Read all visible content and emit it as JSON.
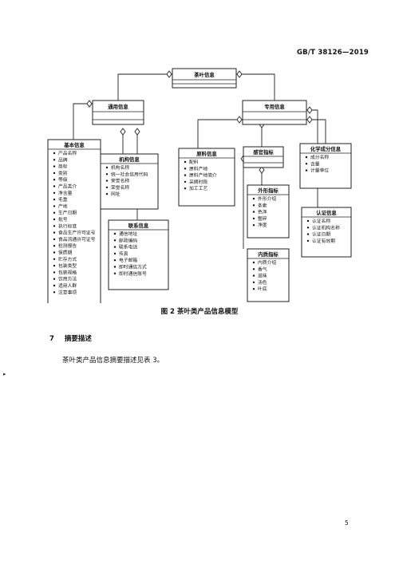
{
  "header": {
    "standard_id": "GB/T 38126—2019"
  },
  "diagram": {
    "root": {
      "title": "茶叶信息"
    },
    "general": {
      "title": "通用信息"
    },
    "special": {
      "title": "专用信息"
    },
    "basic": {
      "title": "基本信息",
      "items": [
        "产品名称",
        "品牌",
        "商标",
        "类别",
        "等级",
        "产品类介",
        "净含量",
        "毛重",
        "产地",
        "生产日期",
        "批号",
        "执行标准",
        "食品生产许可证号",
        "食品流通许可证号",
        "检测报告",
        "保质期",
        "贮存方式",
        "包装类型",
        "包装规格",
        "饮用方法",
        "适用人群",
        "注意事项"
      ]
    },
    "org": {
      "title": "机构信息",
      "items": [
        "机构名称",
        "统一社会信用代码",
        "荣誉名称",
        "荣誉名称",
        "网址"
      ]
    },
    "contact": {
      "title": "联系信息",
      "items": [
        "通信地址",
        "邮政编码",
        "联系电话",
        "传真",
        "电子邮箱",
        "即时通信方式",
        "即时通信账号"
      ]
    },
    "raw": {
      "title": "原料信息",
      "items": [
        "配料",
        "原料产地",
        "原料产地简介",
        "采摘时段",
        "加工工艺"
      ]
    },
    "sensory": {
      "title": "感官指标"
    },
    "appearance": {
      "title": "外形指标",
      "items": [
        "外形介绍",
        "条索",
        "色泽",
        "整碎",
        "净度"
      ]
    },
    "quality": {
      "title": "内质指标",
      "items": [
        "内质介绍",
        "香气",
        "滋味",
        "汤色",
        "叶底"
      ]
    },
    "chem": {
      "title": "化学成分信息",
      "items": [
        "成分名称",
        "含量",
        "计量单位"
      ]
    },
    "cert": {
      "title": "认证信息",
      "items": [
        "认证名称",
        "认证机构名称",
        "认证日期",
        "认证有效期"
      ]
    }
  },
  "figure": {
    "caption": "图 2  茶叶类产品信息模型"
  },
  "section": {
    "number": "7",
    "title": "摘要描述"
  },
  "paragraph": {
    "text": "茶叶类产品信息摘要描述见表 3。"
  },
  "footer": {
    "page_number": "5"
  },
  "margin_mark": {
    "text": "▸"
  }
}
